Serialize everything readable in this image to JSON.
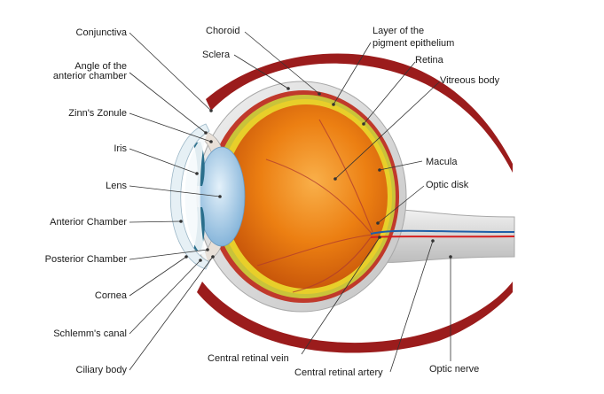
{
  "labels": {
    "conjunctiva": "Conjunctiva",
    "angle_anterior_line1": "Angle of the",
    "angle_anterior_line2": "anterior chamber",
    "zinns_zonule": "Zinn's Zonule",
    "iris": "Iris",
    "lens": "Lens",
    "anterior_chamber": "Anterior Chamber",
    "posterior_chamber": "Posterior Chamber",
    "cornea": "Cornea",
    "schlemms_canal": "Schlemm's canal",
    "ciliary_body": "Ciliary body",
    "choroid": "Choroid",
    "sclera": "Sclera",
    "pigment_line1": "Layer of the",
    "pigment_line2": "pigment epithelium",
    "retina": "Retina",
    "vitreous_body": "Vitreous body",
    "macula": "Macula",
    "optic_disk": "Optic disk",
    "central_retinal_vein": "Central retinal vein",
    "central_retinal_artery": "Central retinal artery",
    "optic_nerve": "Optic nerve"
  },
  "colors": {
    "sclera": "#d9d9d9",
    "sclera_edge": "#a8a8a8",
    "muscle": "#9b1c1c",
    "choroid": "#c0392b",
    "pigment": "#c9c33a",
    "retina": "#e8cf2a",
    "vitreous": "#e8730c",
    "vitreous_light": "#f7a53c",
    "lens": "#a9cde8",
    "iris": "#2a6f8c",
    "cornea": "#e6f0f5",
    "vein": "#1f5fa8",
    "artery": "#d62020"
  }
}
